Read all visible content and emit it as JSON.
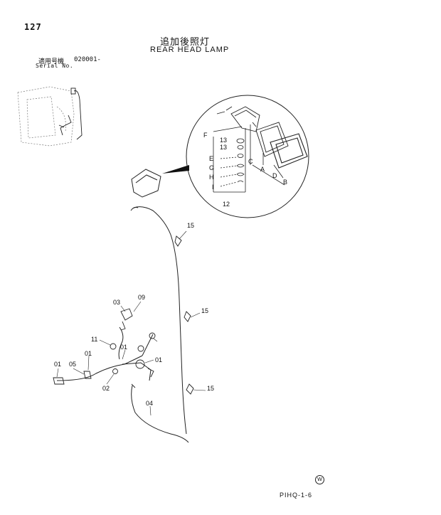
{
  "page_number": "127",
  "title_jp": "追加後照灯",
  "title_en": "REAR HEAD LAMP",
  "serial": {
    "label_jp": "適用号機",
    "code": "020001-",
    "label_en": "Serial No."
  },
  "footer_code": "PIHQ-1-6",
  "logo_mark": "W",
  "callouts": {
    "f": "F",
    "e": "E",
    "g": "G",
    "h": "H",
    "i": "I",
    "c": "C",
    "a": "A",
    "d": "D",
    "b": "B",
    "p13a": "13",
    "p13b": "13",
    "p12": "12",
    "p15a": "15",
    "p15b": "15",
    "p15c": "15",
    "p03": "03",
    "p09": "09",
    "p11": "11",
    "p01a": "01",
    "p01b": "01",
    "p01c": "01",
    "p01d": "01",
    "p05": "05",
    "p02": "02",
    "p04": "04"
  }
}
